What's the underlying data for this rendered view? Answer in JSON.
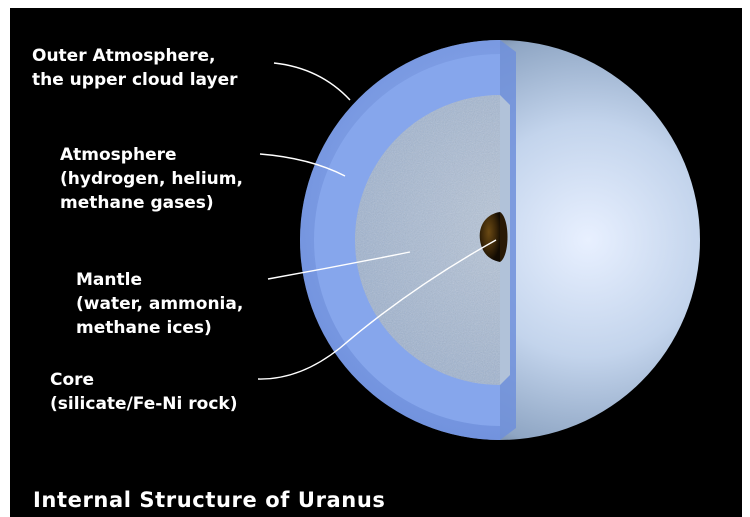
{
  "title": "Internal Structure of Uranus",
  "layers": [
    {
      "id": "outer-atmosphere",
      "lines": [
        "Outer Atmosphere,",
        "the upper cloud layer"
      ]
    },
    {
      "id": "atmosphere",
      "lines": [
        "Atmosphere",
        "(hydrogen, helium,",
        "methane gases)"
      ]
    },
    {
      "id": "mantle",
      "lines": [
        "Mantle",
        "(water, ammonia,",
        "methane ices)"
      ]
    },
    {
      "id": "core",
      "lines": [
        "Core",
        "(silicate/Fe-Ni rock)"
      ]
    }
  ],
  "colors": {
    "background": "#000000",
    "outer_shell": "#7d9ee6",
    "atmosphere_layer": "#8fb0f0",
    "mantle": "#aebfd6",
    "core": "#3a2608",
    "planet_surface": "#b8cde8",
    "text": "#ffffff"
  }
}
